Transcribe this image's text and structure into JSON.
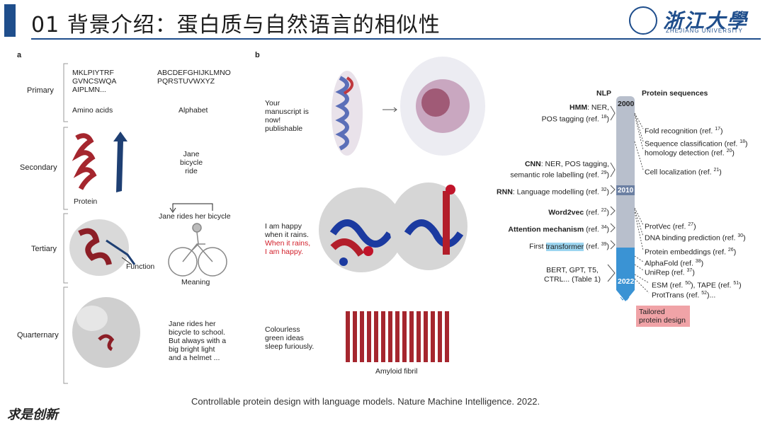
{
  "header": {
    "title": "01 背景介绍：蛋白质与自然语言的相似性",
    "logo_text": "浙江大學",
    "logo_sub": "ZHEJIANG UNIVERSITY"
  },
  "panel_a": {
    "label": "a",
    "rows": [
      "Primary",
      "Secondary",
      "Tertiary",
      "Quarternary"
    ],
    "primary_seq": "MKLPIYTRF\nGVNCSWQA\nAIPLMN...",
    "primary_alpha": "ABCDEFGHIJKLMNO\nPQRSTUVWXYZ",
    "amino_acids": "Amino acids",
    "alphabet": "Alphabet",
    "words": "Jane\nbicycle\nride",
    "protein": "Protein",
    "sentence": "Jane rides her bicycle",
    "function": "Function",
    "meaning": "Meaning",
    "quarternary_text": "Jane rides her\nbicycle to school.\nBut always with a\nbig bright light\nand a helmet ..."
  },
  "panel_b": {
    "label": "b",
    "text1": "Your\nmanuscript is\nnow!\npublishable",
    "text2": "I am happy\nwhen it rains.",
    "text2_red": "When it rains,\nI am happy.",
    "text3": "Colourless\ngreen ideas\nsleep furiously.",
    "amyloid": "Amyloid fibril"
  },
  "panel_c": {
    "nlp_header": "NLP",
    "protein_header": "Protein sequences",
    "years": [
      "2000",
      "2010",
      "2022"
    ],
    "nlp": {
      "hmm": "HMM",
      "hmm_rest": ": NER,",
      "hmm_line2": "POS tagging (ref. ",
      "hmm_ref": "18",
      "cnn": "CNN",
      "cnn_rest": ": NER, POS tagging,",
      "cnn_line2": "semantic role labelling (ref. ",
      "cnn_ref": "29",
      "rnn": "RNN",
      "rnn_rest": ": Language modelling (ref. ",
      "rnn_ref": "32",
      "w2v": "Word2vec",
      "w2v_rest": " (ref. ",
      "w2v_ref": "22",
      "attn": "Attention mechanism",
      "attn_rest": " (ref. ",
      "attn_ref": "34",
      "first": "First ",
      "transformer": "transformer",
      "first_rest": " (ref. ",
      "first_ref": "39",
      "bert1": "BERT, GPT, T5,",
      "bert2": "CTRL... (Table 1)"
    },
    "protein": [
      {
        "text": "Fold recognition (ref. ",
        "ref": "17"
      },
      {
        "text": "Sequence classification (ref. ",
        "ref": "18"
      },
      {
        "text": "homology detection (ref. ",
        "ref": "20"
      },
      {
        "text": "Cell localization (ref. ",
        "ref": "21"
      },
      {
        "text": "ProtVec (ref. ",
        "ref": "27"
      },
      {
        "text": "DNA binding prediction (ref. ",
        "ref": "30"
      },
      {
        "text": "Protein embeddings (ref. ",
        "ref": "26"
      },
      {
        "text": "AlphaFold (ref. ",
        "ref": "38"
      },
      {
        "text": "UniRep (ref. ",
        "ref": "37"
      },
      {
        "text": "ESM (ref. ",
        "ref": "50"
      },
      {
        "text": "),  TAPE (ref. ",
        "ref": "51"
      },
      {
        "text": "ProtTrans (ref. ",
        "ref": "52"
      }
    ],
    "tailored": "Tailored\nprotein design"
  },
  "citation": "Controllable protein design with language models. Nature Machine Intelligence. 2022.",
  "footer_logo": "求是创新",
  "colors": {
    "accent": "#1f4e8c",
    "helix_red": "#a5262e",
    "strand_blue": "#1e3f73",
    "timeline": "#b8bfcc",
    "timeline_blue": "#3a93d4",
    "pink": "#f0a3a7"
  }
}
